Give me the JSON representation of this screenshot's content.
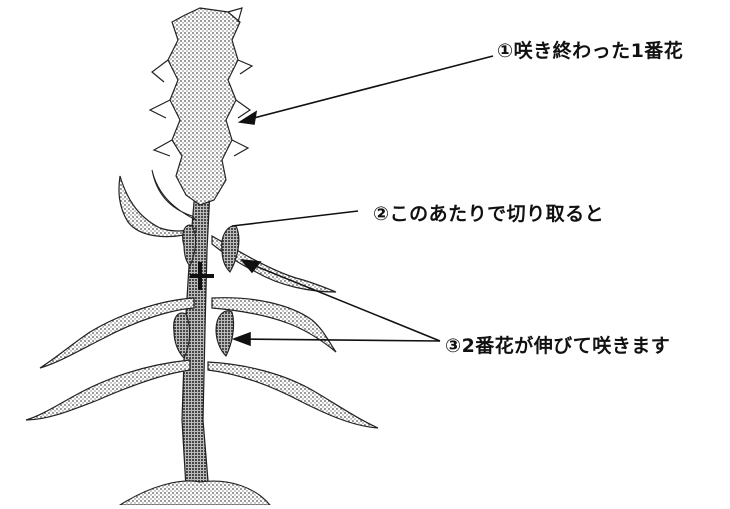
{
  "labels": {
    "first_flower": "①咲き終わった1番花",
    "cut_here": "②このあたりで切り取ると",
    "second_flowers": "③2番花が伸びて咲きます"
  },
  "colors": {
    "ink": "#111111",
    "plant_fill": "#8a8a8a",
    "plant_dark": "#2b2b2b"
  }
}
